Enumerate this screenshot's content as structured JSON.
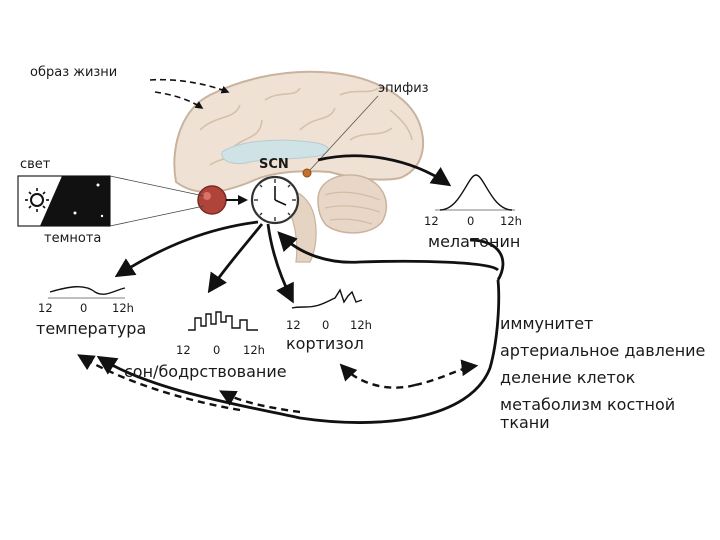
{
  "labels": {
    "lifestyle": "образ жизни",
    "pineal": "эпифиз",
    "light": "свет",
    "darkness": "темнота",
    "scn": "SCN",
    "melatonin": "мелатонин",
    "temperature": "температура",
    "sleep_wake": "сон/бодрствование",
    "cortisol": "кортизол"
  },
  "axis_ticks": {
    "melatonin": [
      "12",
      "0",
      "12h"
    ],
    "temperature": [
      "12",
      "0",
      "12h"
    ],
    "sleep_wake": [
      "12",
      "0",
      "12h"
    ],
    "cortisol": [
      "12",
      "0",
      "12h"
    ]
  },
  "effects": [
    "иммунитет",
    "артериальное давление",
    "деление клеток",
    "метаболизм костной",
    "ткани"
  ],
  "colors": {
    "brain_fill": "#efe2d4",
    "brain_outline": "#c9b39e",
    "ventricle": "#cfe3e6",
    "eye": "#b0433a",
    "arrow": "#111111"
  }
}
